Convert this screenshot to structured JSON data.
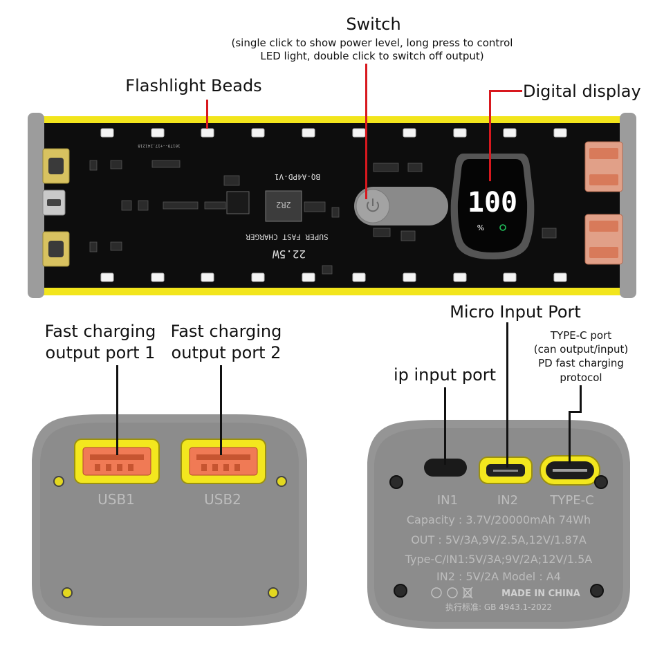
{
  "callouts": {
    "switch_title": "Switch",
    "switch_desc_line1": "(single click to show power level, long press to control",
    "switch_desc_line2": "LED light, double click to switch off output)",
    "flashlight": "Flashlight Beads",
    "display": "Digital display",
    "fast1_line1": "Fast charging",
    "fast1_line2": "output port 1",
    "fast2_line1": "Fast charging",
    "fast2_line2": "output port 2",
    "micro_input": "Micro Input Port",
    "ip_input": "ip input port",
    "typec_line1": "TYPE-C port",
    "typec_line2": "(can output/input)",
    "typec_line3": "PD fast charging",
    "typec_line4": "protocol"
  },
  "board": {
    "model_text": "BQ-A4PD-V1",
    "super_text": "SUPER FAST CHARGER",
    "power_text": "22.5W",
    "inductor_text": "2R2",
    "date_text": "10179--+17.241218",
    "display_digits": "100",
    "percent_symbol": "%",
    "colors": {
      "board": "#0d0d0d",
      "rail": "#f2e51c",
      "cap": "#9c9c9c",
      "led": "#f4f4f4"
    }
  },
  "left_panel": {
    "port1_label": "USB1",
    "port2_label": "USB2",
    "colors": {
      "panel": "#8e8e8e",
      "bezel": "#f3e71e",
      "usb_insert": "#f07a55"
    }
  },
  "right_panel": {
    "port1_label": "IN1",
    "port2_label": "IN2",
    "port3_label": "TYPE-C",
    "spec_capacity": "Capacity : 3.7V/20000mAh 74Wh",
    "spec_out": "OUT : 5V/3A,9V/2.5A,12V/1.87A",
    "spec_typec": "Type-C/IN1:5V/3A;9V/2A;12V/1.5A",
    "spec_in2": "IN2 : 5V/2A    Model : A4",
    "made_in": "MADE IN CHINA",
    "standard": "执行标准: GB 4943.1-2022"
  },
  "icons": [
    "power-icon",
    "led-bead-icon",
    "usb-a-port-icon",
    "usb-c-port-icon",
    "micro-usb-port-icon",
    "screw-icon",
    "recycle-icon",
    "trash-bin-icon"
  ]
}
